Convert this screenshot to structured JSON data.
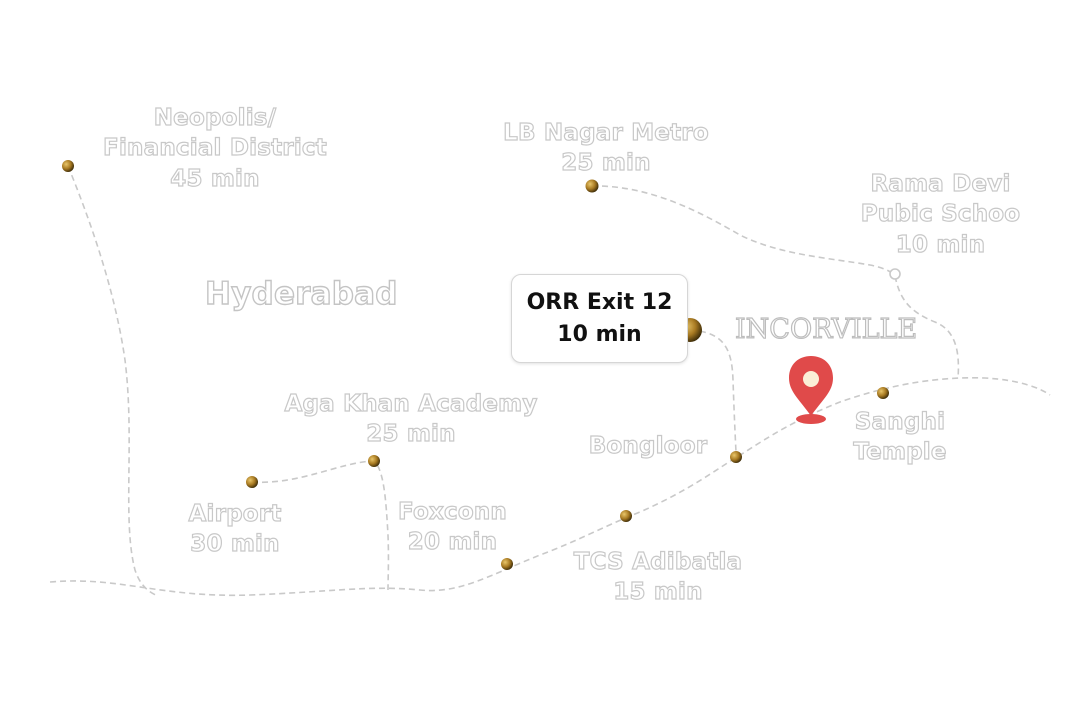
{
  "map": {
    "city_label": "Hyderabad",
    "project_label": "INCORVILLE",
    "callout": {
      "line1": "ORR Exit 12",
      "line2": "10 min"
    },
    "places": [
      {
        "id": "neopolis",
        "lines": [
          "Neopolis/",
          "Financial District",
          "45 min"
        ]
      },
      {
        "id": "lb-nagar",
        "lines": [
          "LB Nagar Metro",
          "25 min"
        ]
      },
      {
        "id": "rama-devi",
        "lines": [
          "Rama Devi",
          "Pubic Schoo",
          "10 min"
        ]
      },
      {
        "id": "aga-khan",
        "lines": [
          "Aga Khan Academy",
          "25 min"
        ]
      },
      {
        "id": "bongloor",
        "lines": [
          "Bongloor"
        ]
      },
      {
        "id": "sanghi",
        "lines": [
          "Sanghi",
          "Temple"
        ]
      },
      {
        "id": "airport",
        "lines": [
          "Airport",
          "30 min"
        ]
      },
      {
        "id": "foxconn",
        "lines": [
          "Foxconn",
          "20 min"
        ]
      },
      {
        "id": "tcs",
        "lines": [
          "TCS Adibatla",
          "15 min"
        ]
      }
    ],
    "colors": {
      "route": "#c9c9c9",
      "marker_light": "#d8ad4a",
      "marker_dark": "#3a2a08",
      "pin": "#e04a4a",
      "label_outline": "#c8c8c8"
    },
    "icons": {
      "destination": "location-pin-icon",
      "stop": "gold-dot-icon"
    }
  }
}
